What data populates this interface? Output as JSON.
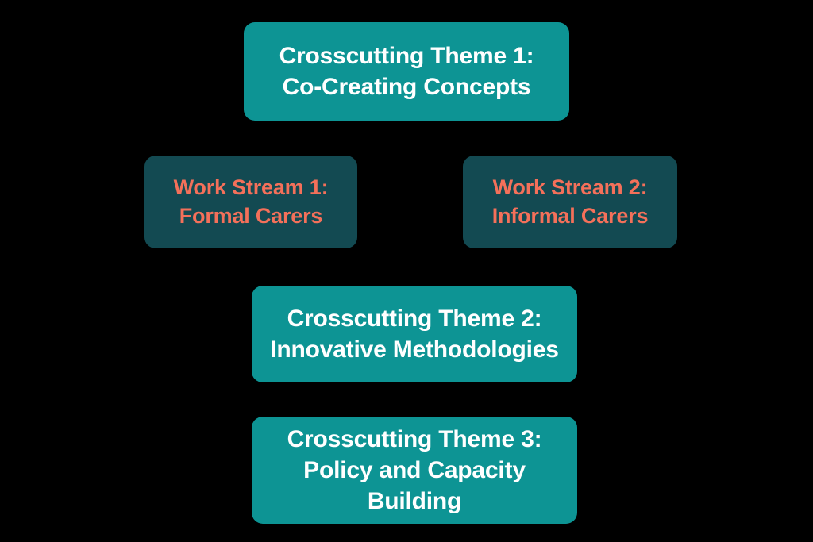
{
  "diagram": {
    "background_color": "#000000",
    "theme_box_color": "#0d9494",
    "theme_text_color": "#ffffff",
    "workstream_box_color": "#134a52",
    "workstream_text_color": "#f4705a",
    "boxes": [
      {
        "id": "crosscutting-theme-1",
        "kind": "theme",
        "lines": [
          "Crosscutting Theme 1:",
          "Co-Creating Concepts"
        ]
      },
      {
        "id": "work-stream-1",
        "kind": "workstream",
        "lines": [
          "Work Stream 1:",
          "Formal Carers"
        ]
      },
      {
        "id": "work-stream-2",
        "kind": "workstream",
        "lines": [
          "Work Stream 2:",
          "Informal Carers"
        ]
      },
      {
        "id": "crosscutting-theme-2",
        "kind": "theme",
        "lines": [
          "Crosscutting Theme 2:",
          "Innovative Methodologies"
        ]
      },
      {
        "id": "crosscutting-theme-3",
        "kind": "theme",
        "lines": [
          "Crosscutting Theme 3:",
          "Policy and Capacity",
          "Building"
        ]
      }
    ]
  }
}
